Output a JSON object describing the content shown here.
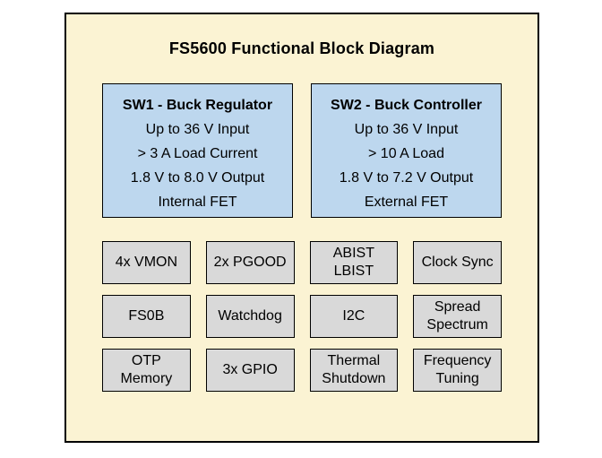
{
  "title": "FS5600 Functional Block Diagram",
  "colors": {
    "frame_bg": "#FBF3D3",
    "sw_block_bg": "#BDD7EE",
    "feature_block_bg": "#D9D9D9",
    "border": "#000000"
  },
  "sw_blocks": [
    {
      "title": "SW1 - Buck Regulator",
      "lines": [
        "Up to 36 V Input",
        "> 3 A Load Current",
        "1.8 V to 8.0 V Output",
        "Internal FET"
      ]
    },
    {
      "title": "SW2 - Buck Controller",
      "lines": [
        "Up to 36 V Input",
        "> 10 A Load",
        "1.8 V to 7.2 V Output",
        "External FET"
      ]
    }
  ],
  "feature_blocks": [
    [
      "4x VMON",
      "2x PGOOD",
      "ABIST\nLBIST",
      "Clock Sync"
    ],
    [
      "FS0B",
      "Watchdog",
      "I2C",
      "Spread\nSpectrum"
    ],
    [
      "OTP\nMemory",
      "3x GPIO",
      "Thermal\nShutdown",
      "Frequency\nTuning"
    ]
  ]
}
